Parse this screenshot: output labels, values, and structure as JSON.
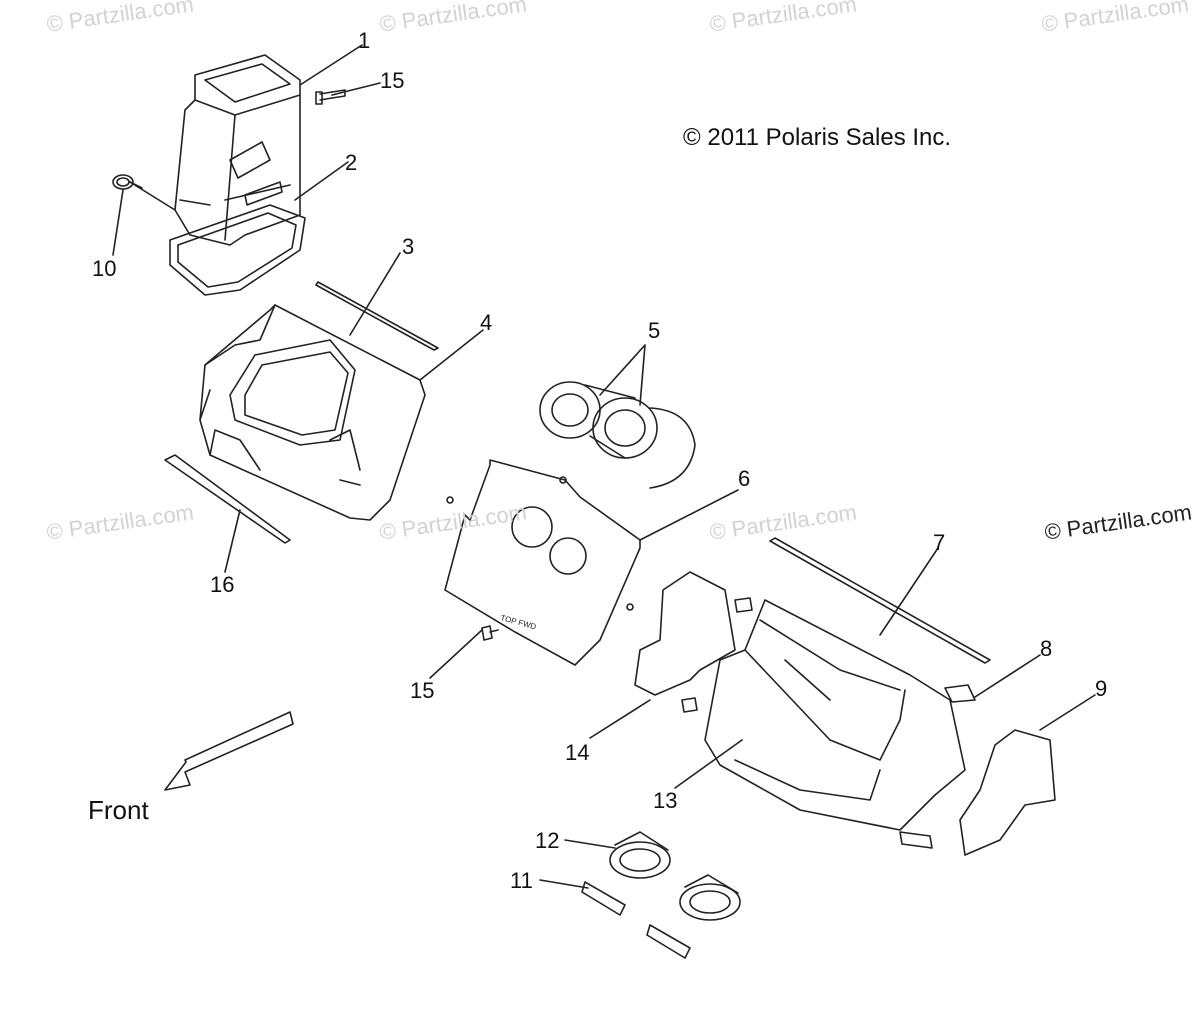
{
  "copyright": "© 2011 Polaris Sales Inc.",
  "front_label": "Front",
  "watermark": "© Partzilla.com",
  "callouts": [
    "1",
    "15",
    "2",
    "10",
    "3",
    "4",
    "5",
    "6",
    "7",
    "8",
    "9",
    "14",
    "13",
    "12",
    "11",
    "15",
    "16"
  ],
  "part_label": "TOP FWD"
}
